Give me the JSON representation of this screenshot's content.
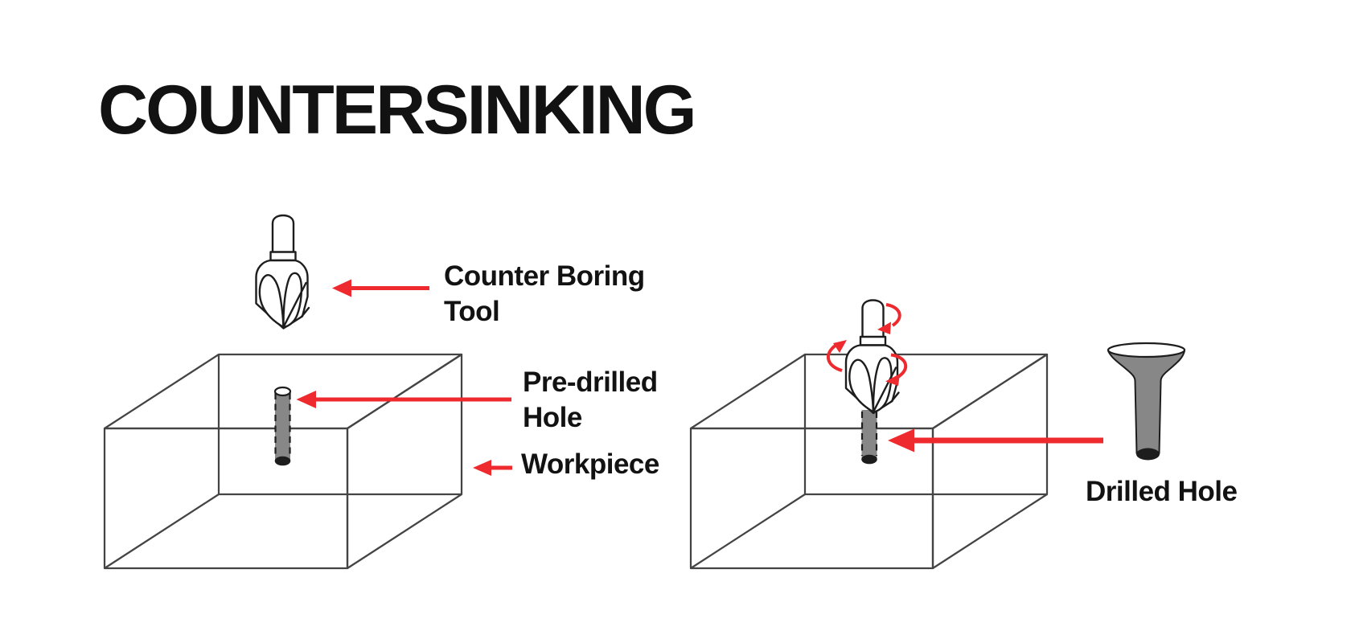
{
  "title": "COUNTERSINKING",
  "colors": {
    "red": "#ee2a2e",
    "gray": "#878787",
    "outline": "#1d1d1d",
    "box_line": "#444444",
    "text": "#121212",
    "background": "#ffffff"
  },
  "labels": {
    "counter_boring_tool": {
      "line1": "Counter Boring",
      "line2": "Tool"
    },
    "pre_drilled_hole": {
      "line1": "Pre-drilled",
      "line2": "Hole"
    },
    "workpiece": "Workpiece",
    "drilled_hole": "Drilled Hole"
  }
}
